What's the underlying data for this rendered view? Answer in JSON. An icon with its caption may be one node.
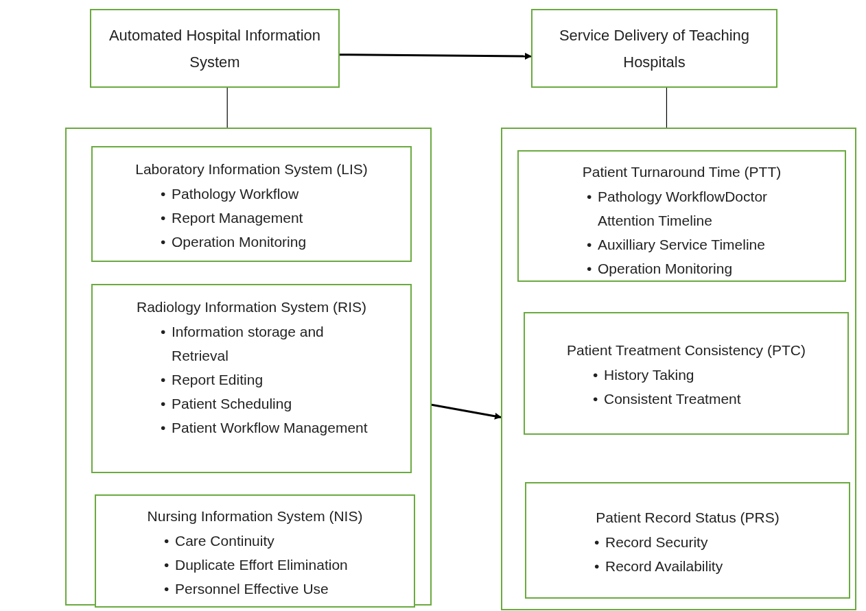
{
  "diagram": {
    "nodes": [
      {
        "text": [
          "Automated Hospital Information System"
        ]
      },
      {
        "text": [
          "Service Delivery of Teaching Hospitals"
        ]
      },
      {
        "text": [],
        "shape": "box"
      },
      {
        "text": [
          "Laboratory Information System (LIS)",
          "•",
          "Pathology Workflow",
          "•",
          "Report Management",
          "•",
          "Operation Monitoring"
        ],
        "in": 2
      },
      {
        "text": [
          "Radiology Information System (RIS)",
          "•",
          "Information storage and Retrieval",
          "•",
          "Report Editing",
          "•",
          "Patient Scheduling",
          "•",
          "Patient Workflow Management"
        ],
        "in": 2
      },
      {
        "text": [
          "Nursing Information System (NIS)",
          "•",
          "Care Continuity",
          "•",
          "Duplicate Effort Elimination",
          "•",
          "Personnel Effective Use"
        ],
        "in": 2
      },
      {
        "text": [],
        "shape": "box"
      },
      {
        "text": [
          "Patient Turnaround Time (PTT)",
          "•",
          "Pathology WorkflowDoctor Attention Timeline",
          "•",
          "Auxilliary Service Timeline",
          "•",
          "Operation Monitoring"
        ],
        "in": 6
      },
      {
        "text": [
          "Patient Treatment Consistency (PTC)",
          "•",
          "History Taking",
          "•",
          "Consistent Treatment"
        ],
        "in": 6
      },
      {
        "text": [
          "Patient Record Status (PRS)",
          "•",
          "Record Security",
          "•",
          "Record Availability"
        ],
        "in": 6
      }
    ],
    "edges": [
      {
        "from": 0,
        "to": 1,
        "arrow": "to"
      },
      {
        "from": 0,
        "to": 2,
        "arrow": "none"
      },
      {
        "from": 1,
        "to": 6,
        "arrow": "none"
      },
      {
        "from": 2,
        "to": 6,
        "arrow": "to"
      }
    ]
  }
}
